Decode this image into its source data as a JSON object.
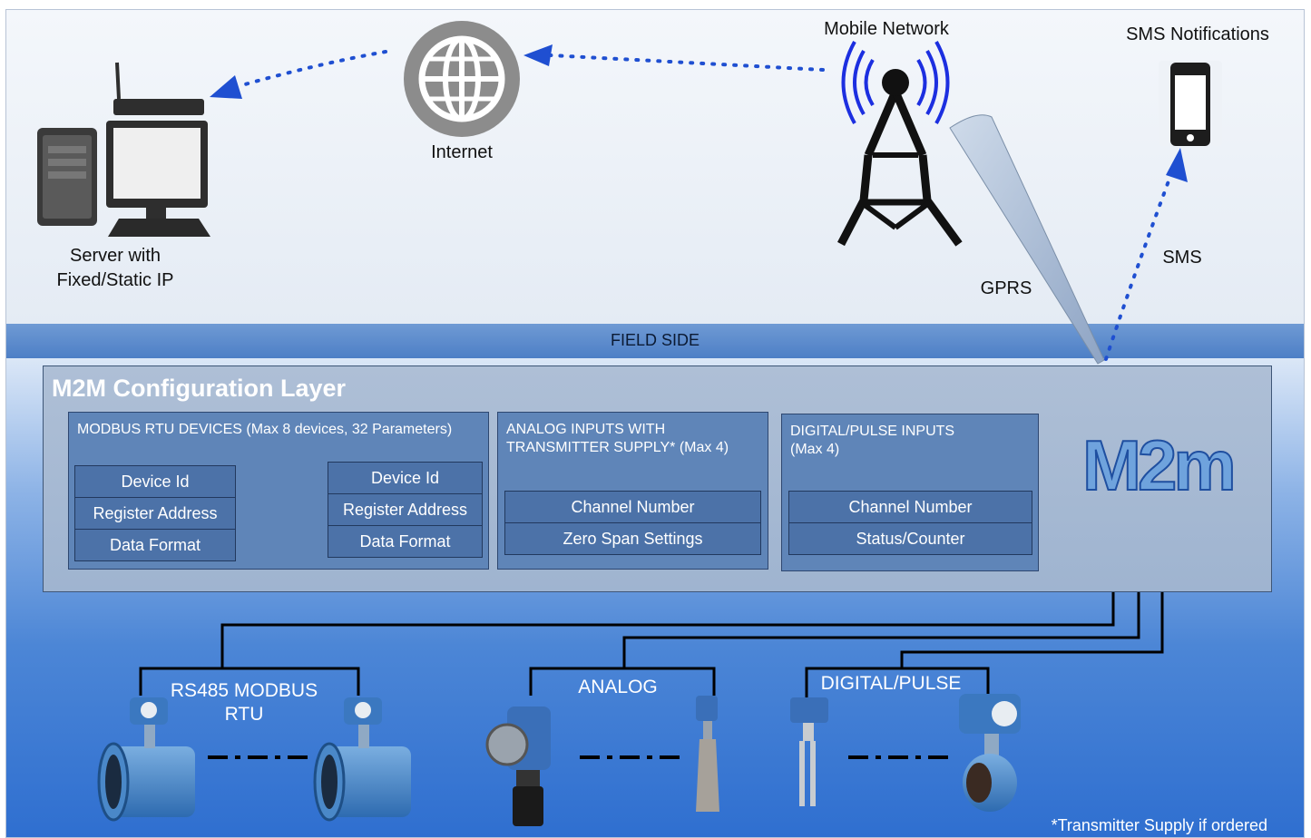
{
  "top": {
    "server_label_line1": "Server with",
    "server_label_line2": "Fixed/Static IP",
    "internet_label": "Internet",
    "mobile_network_label": "Mobile Network",
    "sms_notifications_label": "SMS Notifications",
    "gprs_label": "GPRS",
    "sms_label": "SMS"
  },
  "band": {
    "label": "FIELD SIDE"
  },
  "config": {
    "title": "M2M Configuration Layer",
    "modbus": {
      "title": "MODBUS RTU DEVICES (Max 8 devices, 32 Parameters)",
      "fields": [
        "Device Id",
        "Register Address",
        "Data Format"
      ]
    },
    "analog": {
      "title_line1": "ANALOG INPUTS WITH",
      "title_line2": "TRANSMITTER SUPPLY* (Max 4)",
      "fields": [
        "Channel Number",
        "Zero Span Settings"
      ]
    },
    "digital": {
      "title_line1": "DIGITAL/PULSE INPUTS",
      "title_line2": "(Max 4)",
      "fields": [
        "Channel Number",
        "Status/Counter"
      ]
    }
  },
  "device": {
    "logo_text": "M2m"
  },
  "field": {
    "rs485_line1": "RS485 MODBUS",
    "rs485_line2": "RTU",
    "analog_label": "ANALOG",
    "digital_label": "DIGITAL/PULSE"
  },
  "footnote": "*Transmitter Supply if ordered",
  "colors": {
    "accent": "#1f4fd1",
    "panel": "#5f85b8",
    "cell": "#4c72a8",
    "band": "#5b8bcd"
  }
}
